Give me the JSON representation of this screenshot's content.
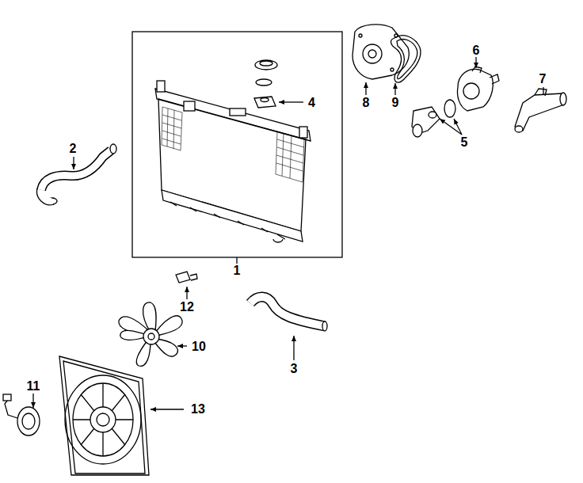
{
  "diagram": {
    "labels": [
      "6",
      "7",
      "4",
      "8",
      "9",
      "5",
      "2",
      "1",
      "12",
      "10",
      "3",
      "11",
      "13"
    ]
  }
}
